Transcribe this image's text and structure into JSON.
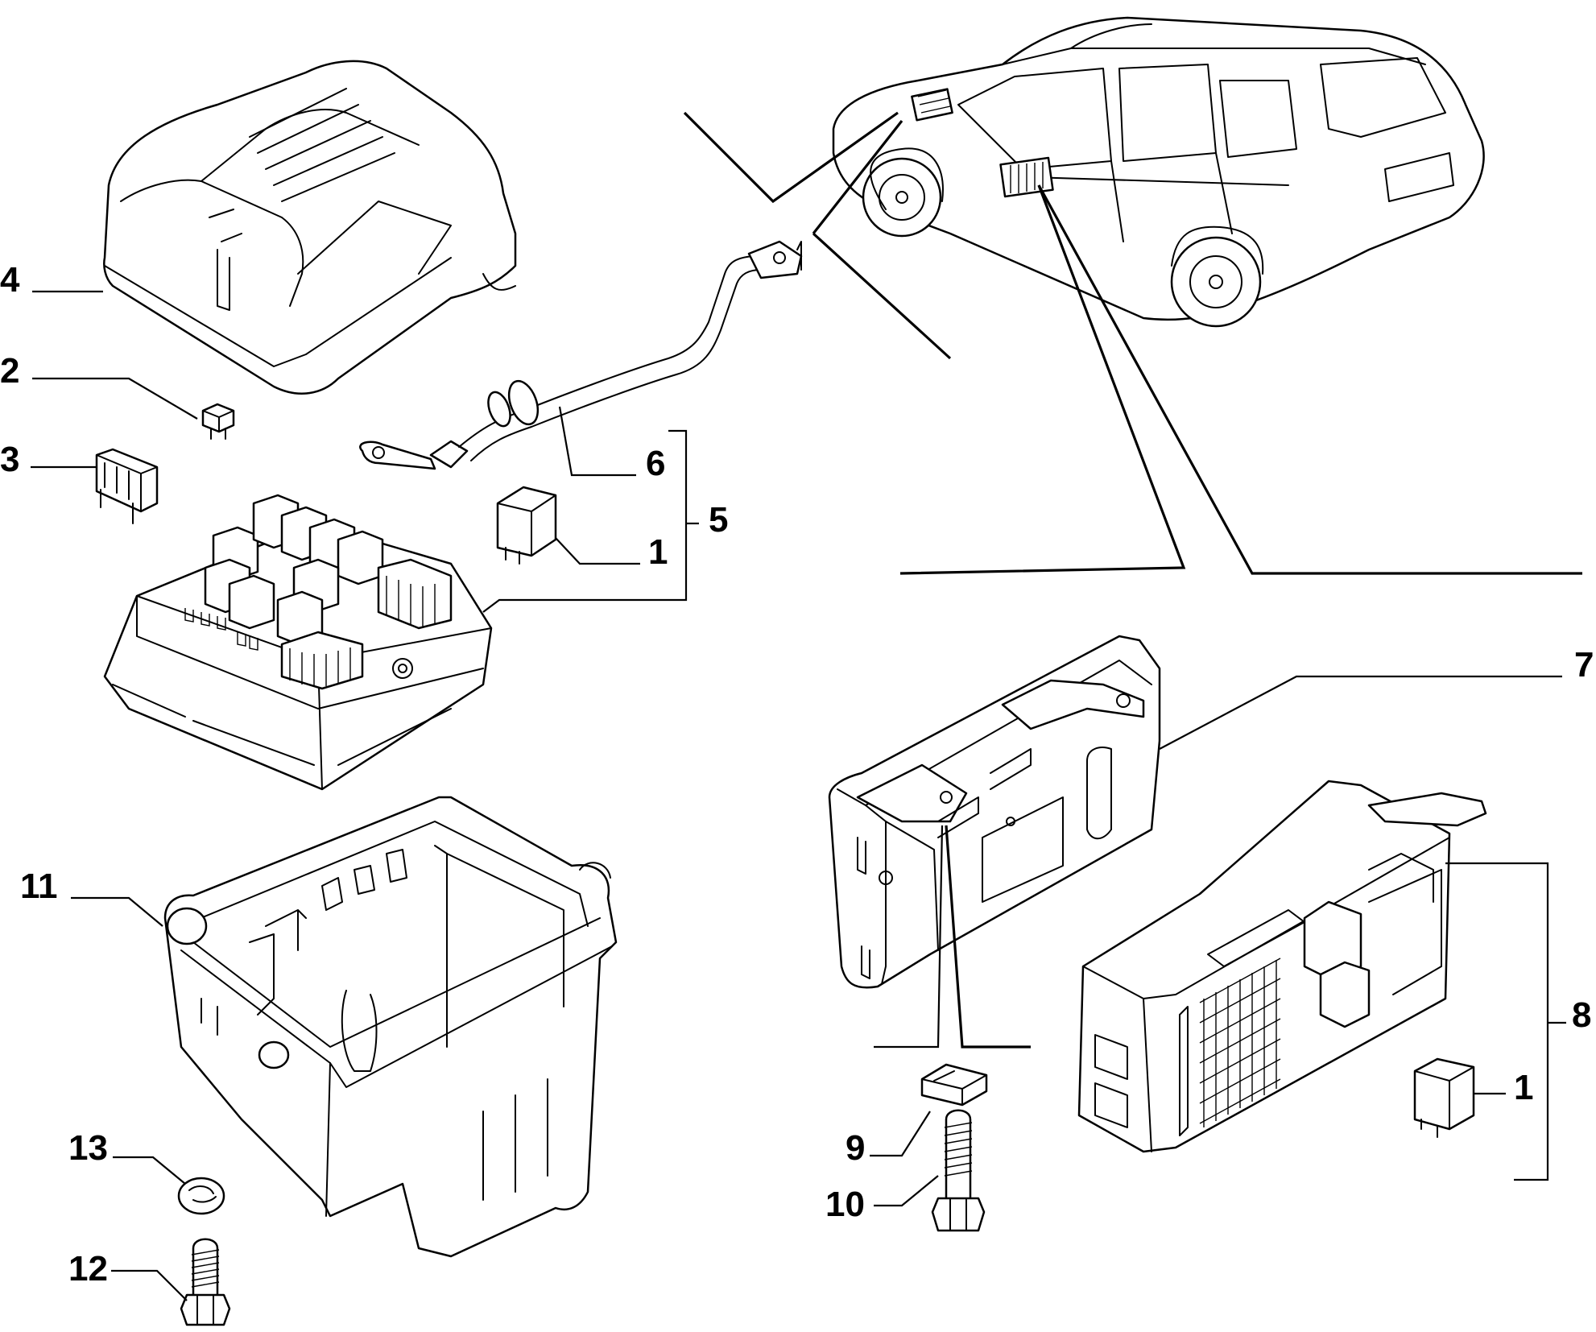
{
  "callouts": {
    "c1_top": "1",
    "c1_right": "1",
    "c2": "2",
    "c3": "3",
    "c4": "4",
    "c5": "5",
    "c6": "6",
    "c7": "7",
    "c8": "8",
    "c9": "9",
    "c10": "10",
    "c11": "11",
    "c12": "12",
    "c13": "13"
  },
  "parts": [
    {
      "ref": "1",
      "name": "relay"
    },
    {
      "ref": "2",
      "name": "fuse"
    },
    {
      "ref": "3",
      "name": "maxi-fuse"
    },
    {
      "ref": "4",
      "name": "fuse-box-cover"
    },
    {
      "ref": "5",
      "name": "engine-fuse-box-assembly"
    },
    {
      "ref": "6",
      "name": "ground-cable"
    },
    {
      "ref": "7",
      "name": "body-computer-module"
    },
    {
      "ref": "8",
      "name": "dashboard-fuse-box"
    },
    {
      "ref": "9",
      "name": "clip-nut"
    },
    {
      "ref": "10",
      "name": "bolt"
    },
    {
      "ref": "11",
      "name": "fuse-box-housing"
    },
    {
      "ref": "12",
      "name": "bolt"
    },
    {
      "ref": "13",
      "name": "nut"
    }
  ],
  "colors": {
    "ink": "#000000",
    "paper": "#ffffff"
  }
}
